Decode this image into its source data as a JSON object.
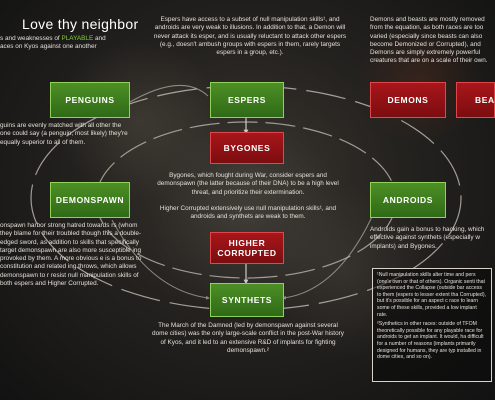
{
  "title": "Love thy neighbor",
  "intro": {
    "before": "s and weaknesses of ",
    "highlight": "PLAYABLE",
    "after": " and",
    "line2": "aces on Kyos against one another"
  },
  "boxes": {
    "penguins": "PENGUINS",
    "espers": "ESPERS",
    "demons": "DEMONS",
    "beasts": "BEAS",
    "bygones": "BYGONES",
    "demonspawn": "DEMONSPAWN",
    "androids": "ANDROIDS",
    "higher_corrupted": "HIGHER CORRUPTED",
    "synthets": "SYNTHETS"
  },
  "texts": {
    "espers_desc": "Espers have access to a subset of null manipulation skills¹, and androids are very weak to illusions. In addition to that, a Demon will never attack its esper, and is usually reluctant to attack other espers (e.g., doesn't ambush groups with espers in them, rarely targets espers in a group, etc.).",
    "demons_desc": "Demons and beasts are mostly removed from the equation, as both races are too varied (especially since beasts can also become Demonized or Corrupted), and Demons are simply extremely powerful creatures that are on a scale of their own.",
    "penguins_desc": "guins are evenly matched with all other the one could say (a penguin, most likely) they're equally superior to all of them.",
    "bygones_desc": "Bygones, which fought during War, consider espers and demonspawn (the latter because of their DNA) to be a high level threat, and prioritize their extermination.",
    "higher_desc": "Higher Corrupted extensively use null manipulation skills¹, and androids and synthets are weak to them.",
    "demonspawn_desc": "onspawn harbor strong hatred towards rs (whom they blame for their troubled though this a double-edged sword, as addition to skills that specifically target demonspawn are also more susceptible ing provoked by them. A more obvious e is a bonus to constitution and related ing throws, which allows demonspawn to r resist null manipulation skills of both espers and Higher Corrupted.",
    "androids_desc": "Androids gain a bonus to hacking, which effective against synthets (especially w implants) and Bygones.",
    "synthets_desc": "The March of the Damned (led by demonspawn against several dome cities) was the only large-scale conflict in the post-War history of Kyos, and it led to an extensive R&D of implants for fighting demonspawn.²"
  },
  "notes": {
    "note1": "¹Null manipulation skills alter time and pers (one's own or that of others). Organic senti that experienced the Collapse (outside bar access to them (espers to lesser extent tha Corrupted), but it's possible for an aspect c race to learn some of these skills, provided a low implant rate.",
    "note2": "²Synthetics in other races: outside of TFOM theoretically possible for any playable race for androids to get an implant. It would, ha difficult for a number of reasons (implants primarily designed for humans, they are typ installed in dome cities, and so on)."
  },
  "colors": {
    "green": "#4d8f25",
    "red": "#a8161a",
    "highlight": "#7fd23a"
  }
}
